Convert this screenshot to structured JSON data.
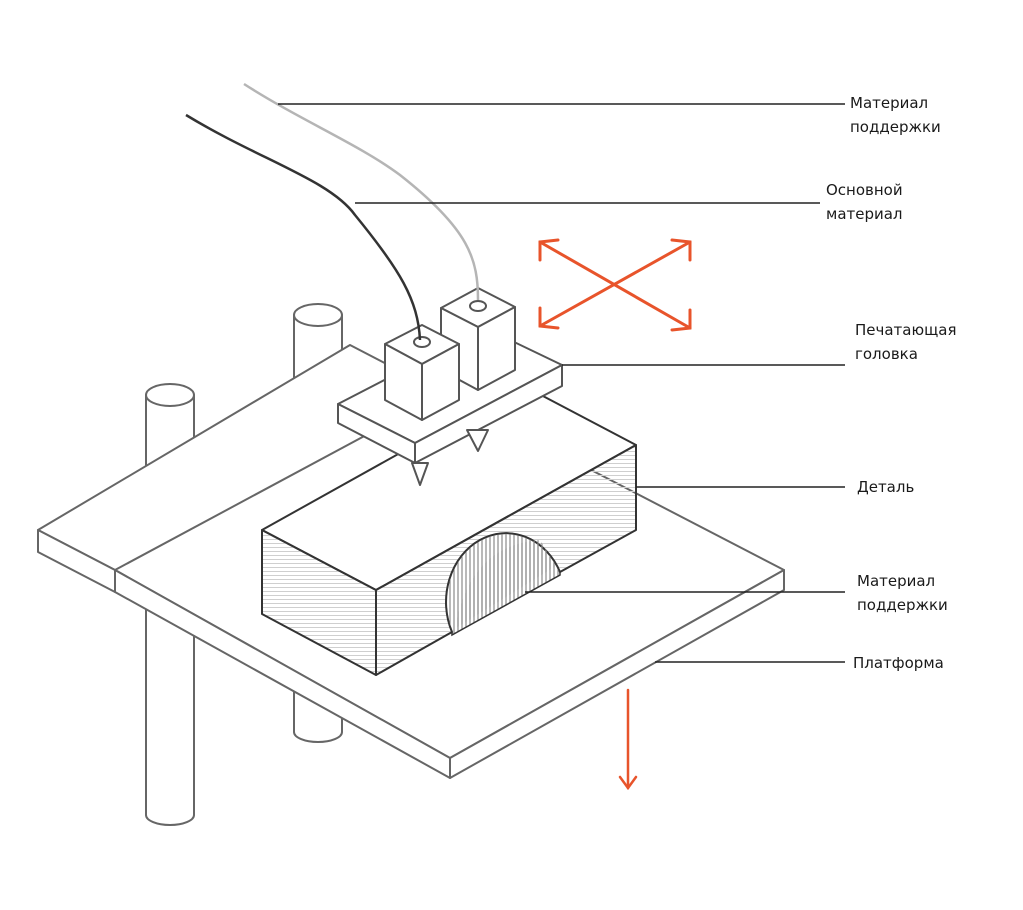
{
  "labels": {
    "support_top": {
      "line1": "Материал",
      "line2": "поддержки"
    },
    "base_material": {
      "line1": "Основной",
      "line2": "материал"
    },
    "print_head": {
      "line1": "Печатающая",
      "line2": "головка"
    },
    "part": {
      "line1": "Деталь"
    },
    "support_bottom": {
      "line1": "Материал",
      "line2": "поддержки"
    },
    "platform": {
      "line1": "Платформа"
    }
  },
  "colors": {
    "outline": "#555555",
    "dark_filament": "#333333",
    "support_filament": "#b5b5b5",
    "arrow": "#e8542b",
    "leader": "#222222",
    "layer_lines": "#c8c8c8"
  }
}
